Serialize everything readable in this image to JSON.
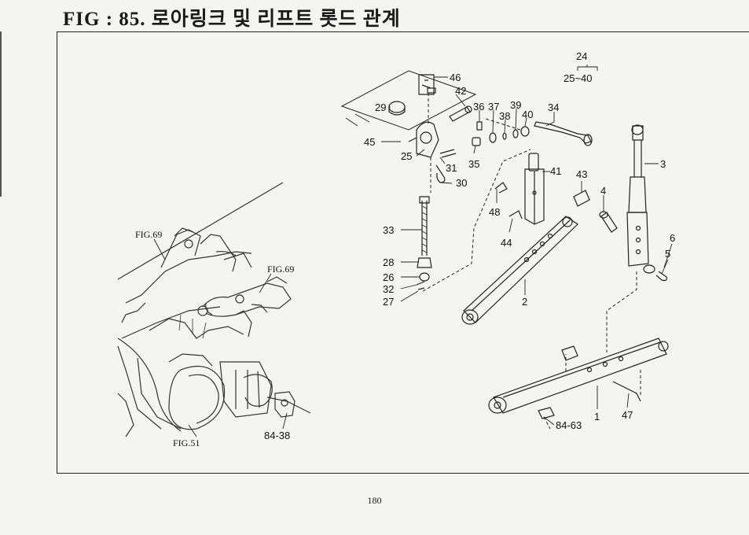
{
  "figure": {
    "title": "FIG : 85. 로아링크 및 리프트 롯드 관계",
    "page_number": "180"
  },
  "callouts": {
    "c24": "24",
    "c25_40": "25~40",
    "c46": "46",
    "c42": "42",
    "c29": "29",
    "c36": "36",
    "c37": "37",
    "c38": "38",
    "c39": "39",
    "c40": "40",
    "c34": "34",
    "c45": "45",
    "c25": "25",
    "c35": "35",
    "c31": "31",
    "c30": "30",
    "c41": "41",
    "c43": "43",
    "c3": "3",
    "c4": "4",
    "c48": "48",
    "c44": "44",
    "c6": "6",
    "c5": "5",
    "c33": "33",
    "c28": "28",
    "c26": "26",
    "c32": "32",
    "c27": "27",
    "c2": "2",
    "c1": "1",
    "c47": "47",
    "c84_63": "84-63",
    "c84_38": "84-38"
  },
  "references": {
    "fig69_a": "FIG.69",
    "fig69_b": "FIG.69",
    "fig51": "FIG.51"
  }
}
